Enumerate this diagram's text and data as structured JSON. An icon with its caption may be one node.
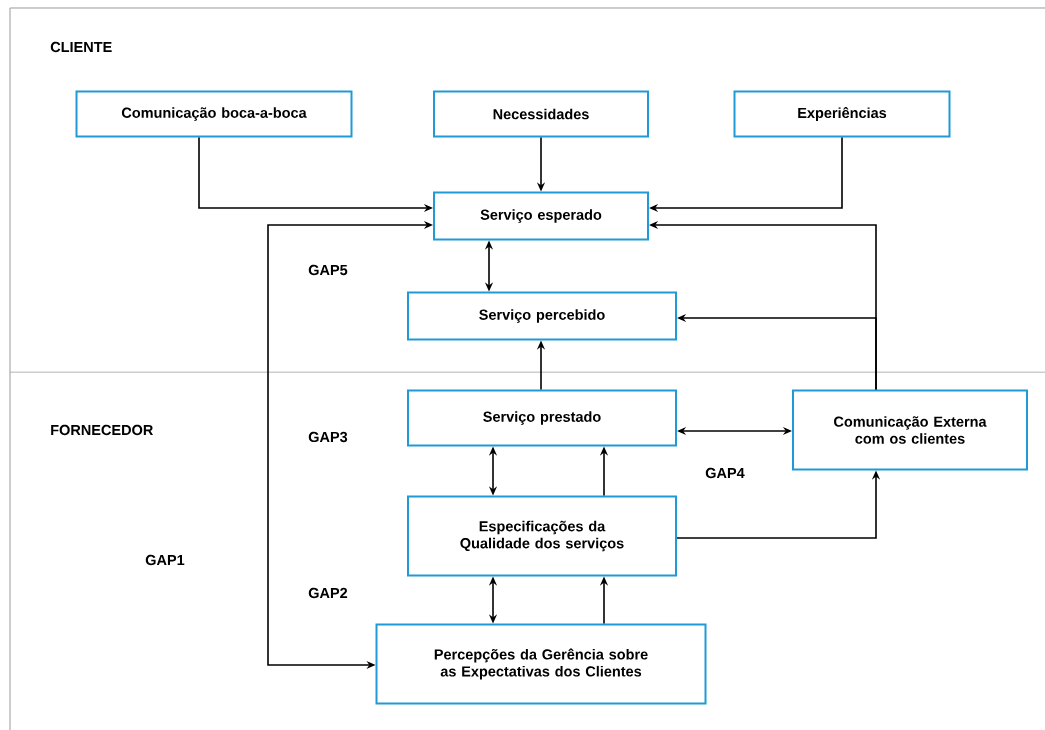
{
  "diagram": {
    "nodes": [
      {
        "text": [
          "Comunicação boca-a-boca"
        ]
      },
      {
        "text": [
          "Necessidades"
        ]
      },
      {
        "text": [
          "Experiências"
        ]
      },
      {
        "text": [
          "Serviço esperado"
        ]
      },
      {
        "text": [
          "Serviço percebido"
        ]
      },
      {
        "text": [
          "Serviço prestado"
        ]
      },
      {
        "text": [
          "Comunicação Externa com os clientes"
        ]
      },
      {
        "text": [
          "Especificações da Qualidade dos serviços"
        ]
      },
      {
        "text": [
          "Percepções da Gerência sobre as Expectativas dos Clientes"
        ]
      }
    ],
    "edges": [
      {
        "from": 0,
        "to": 3,
        "arrow": "to"
      },
      {
        "from": 1,
        "to": 3,
        "arrow": "to"
      },
      {
        "from": 2,
        "to": 3,
        "arrow": "to"
      },
      {
        "from": 3,
        "to": 4,
        "arrow": "both"
      },
      {
        "from": 5,
        "to": 4,
        "arrow": "to"
      },
      {
        "from": 6,
        "to": 3,
        "arrow": "to"
      },
      {
        "from": 6,
        "to": 4,
        "arrow": "to"
      },
      {
        "from": 5,
        "to": 6,
        "arrow": "both"
      },
      {
        "from": 5,
        "to": 7,
        "arrow": "both"
      },
      {
        "from": 7,
        "to": 5,
        "arrow": "to"
      },
      {
        "from": 7,
        "to": 6,
        "arrow": "to"
      },
      {
        "from": 7,
        "to": 8,
        "arrow": "both"
      },
      {
        "from": 8,
        "to": 7,
        "arrow": "to"
      },
      {
        "from": 8,
        "to": 3,
        "arrow": "both"
      }
    ],
    "labels": [
      "CLIENTE",
      "GAP5",
      "FORNECEDOR",
      "GAP3",
      "GAP4",
      "GAP1",
      "GAP2"
    ]
  }
}
